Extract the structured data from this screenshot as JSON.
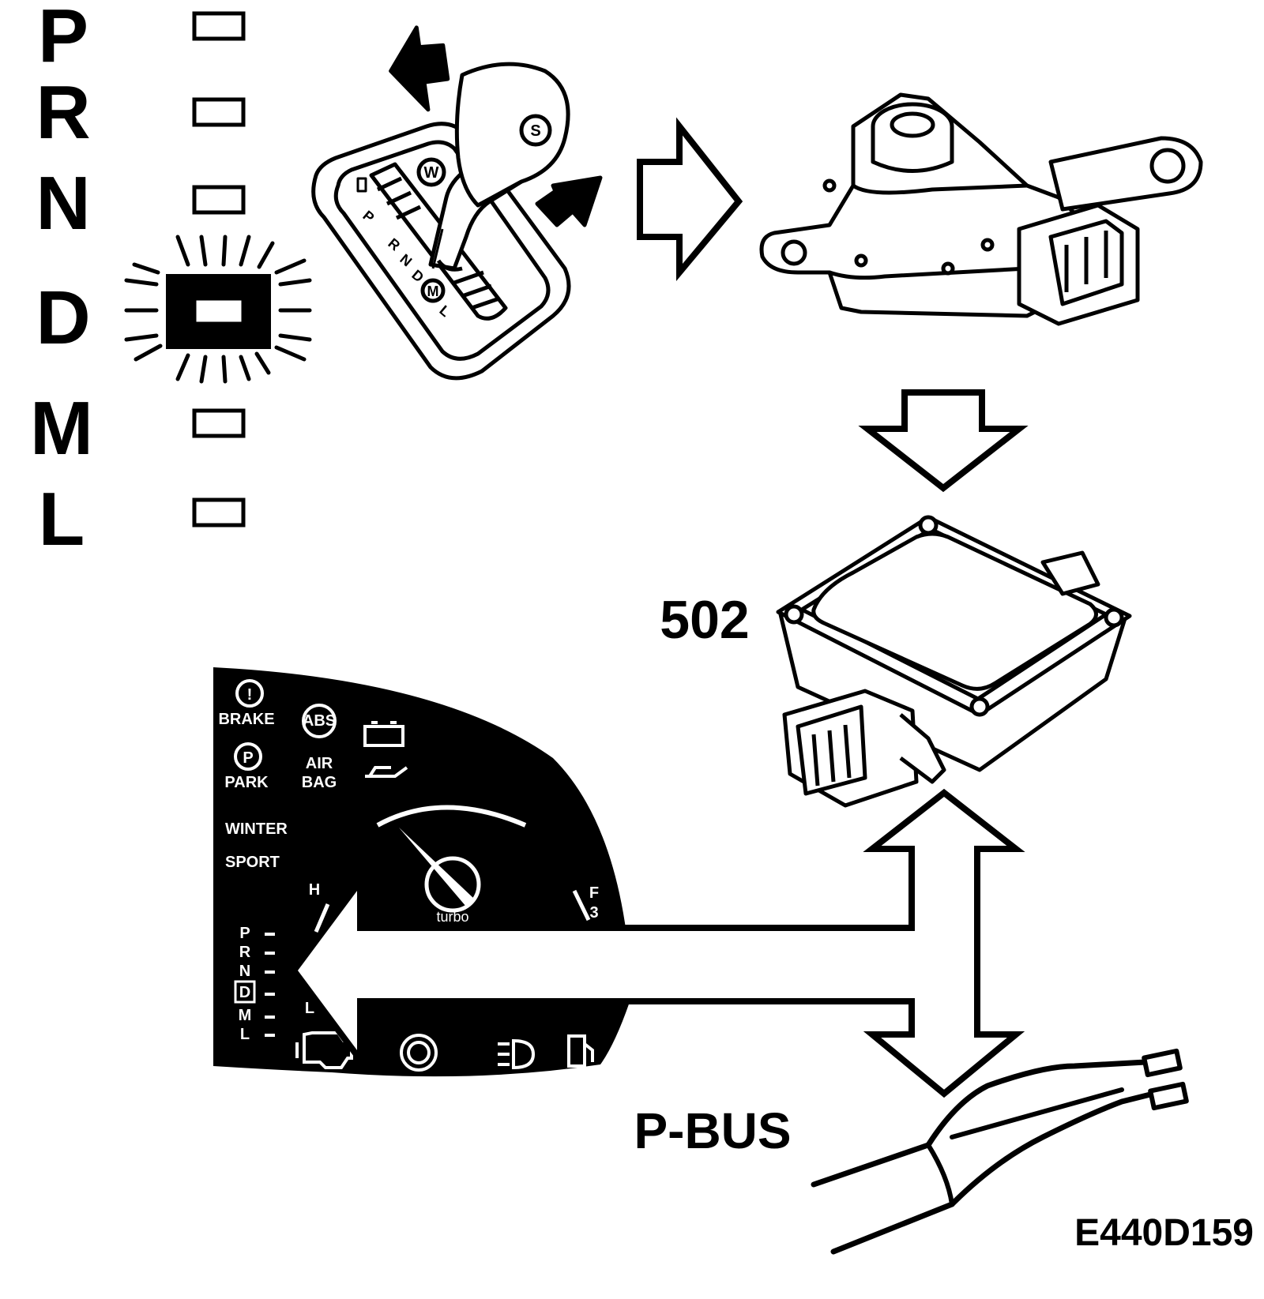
{
  "gear_column": {
    "letters": [
      "P",
      "R",
      "N",
      "D",
      "M",
      "L"
    ],
    "active": "D"
  },
  "shifter": {
    "gate_letters": [
      "P",
      "R",
      "N",
      "D",
      "M",
      "L"
    ],
    "button_w": "W",
    "button_s": "S"
  },
  "control_module": {
    "label": "502"
  },
  "bus": {
    "label": "P-BUS"
  },
  "cluster": {
    "brake": "BRAKE",
    "park": "PARK",
    "air": "AIR",
    "bag": "BAG",
    "abs": "ABS",
    "winter": "WINTER",
    "sport": "SPORT",
    "turbo": "turbo",
    "temp_h": "H",
    "fuel_f": "F",
    "fuel_3": "3",
    "gear_letters": [
      "P",
      "R",
      "N",
      "D",
      "M",
      "L"
    ],
    "temp_l": "L"
  },
  "figure_id": "E440D159"
}
